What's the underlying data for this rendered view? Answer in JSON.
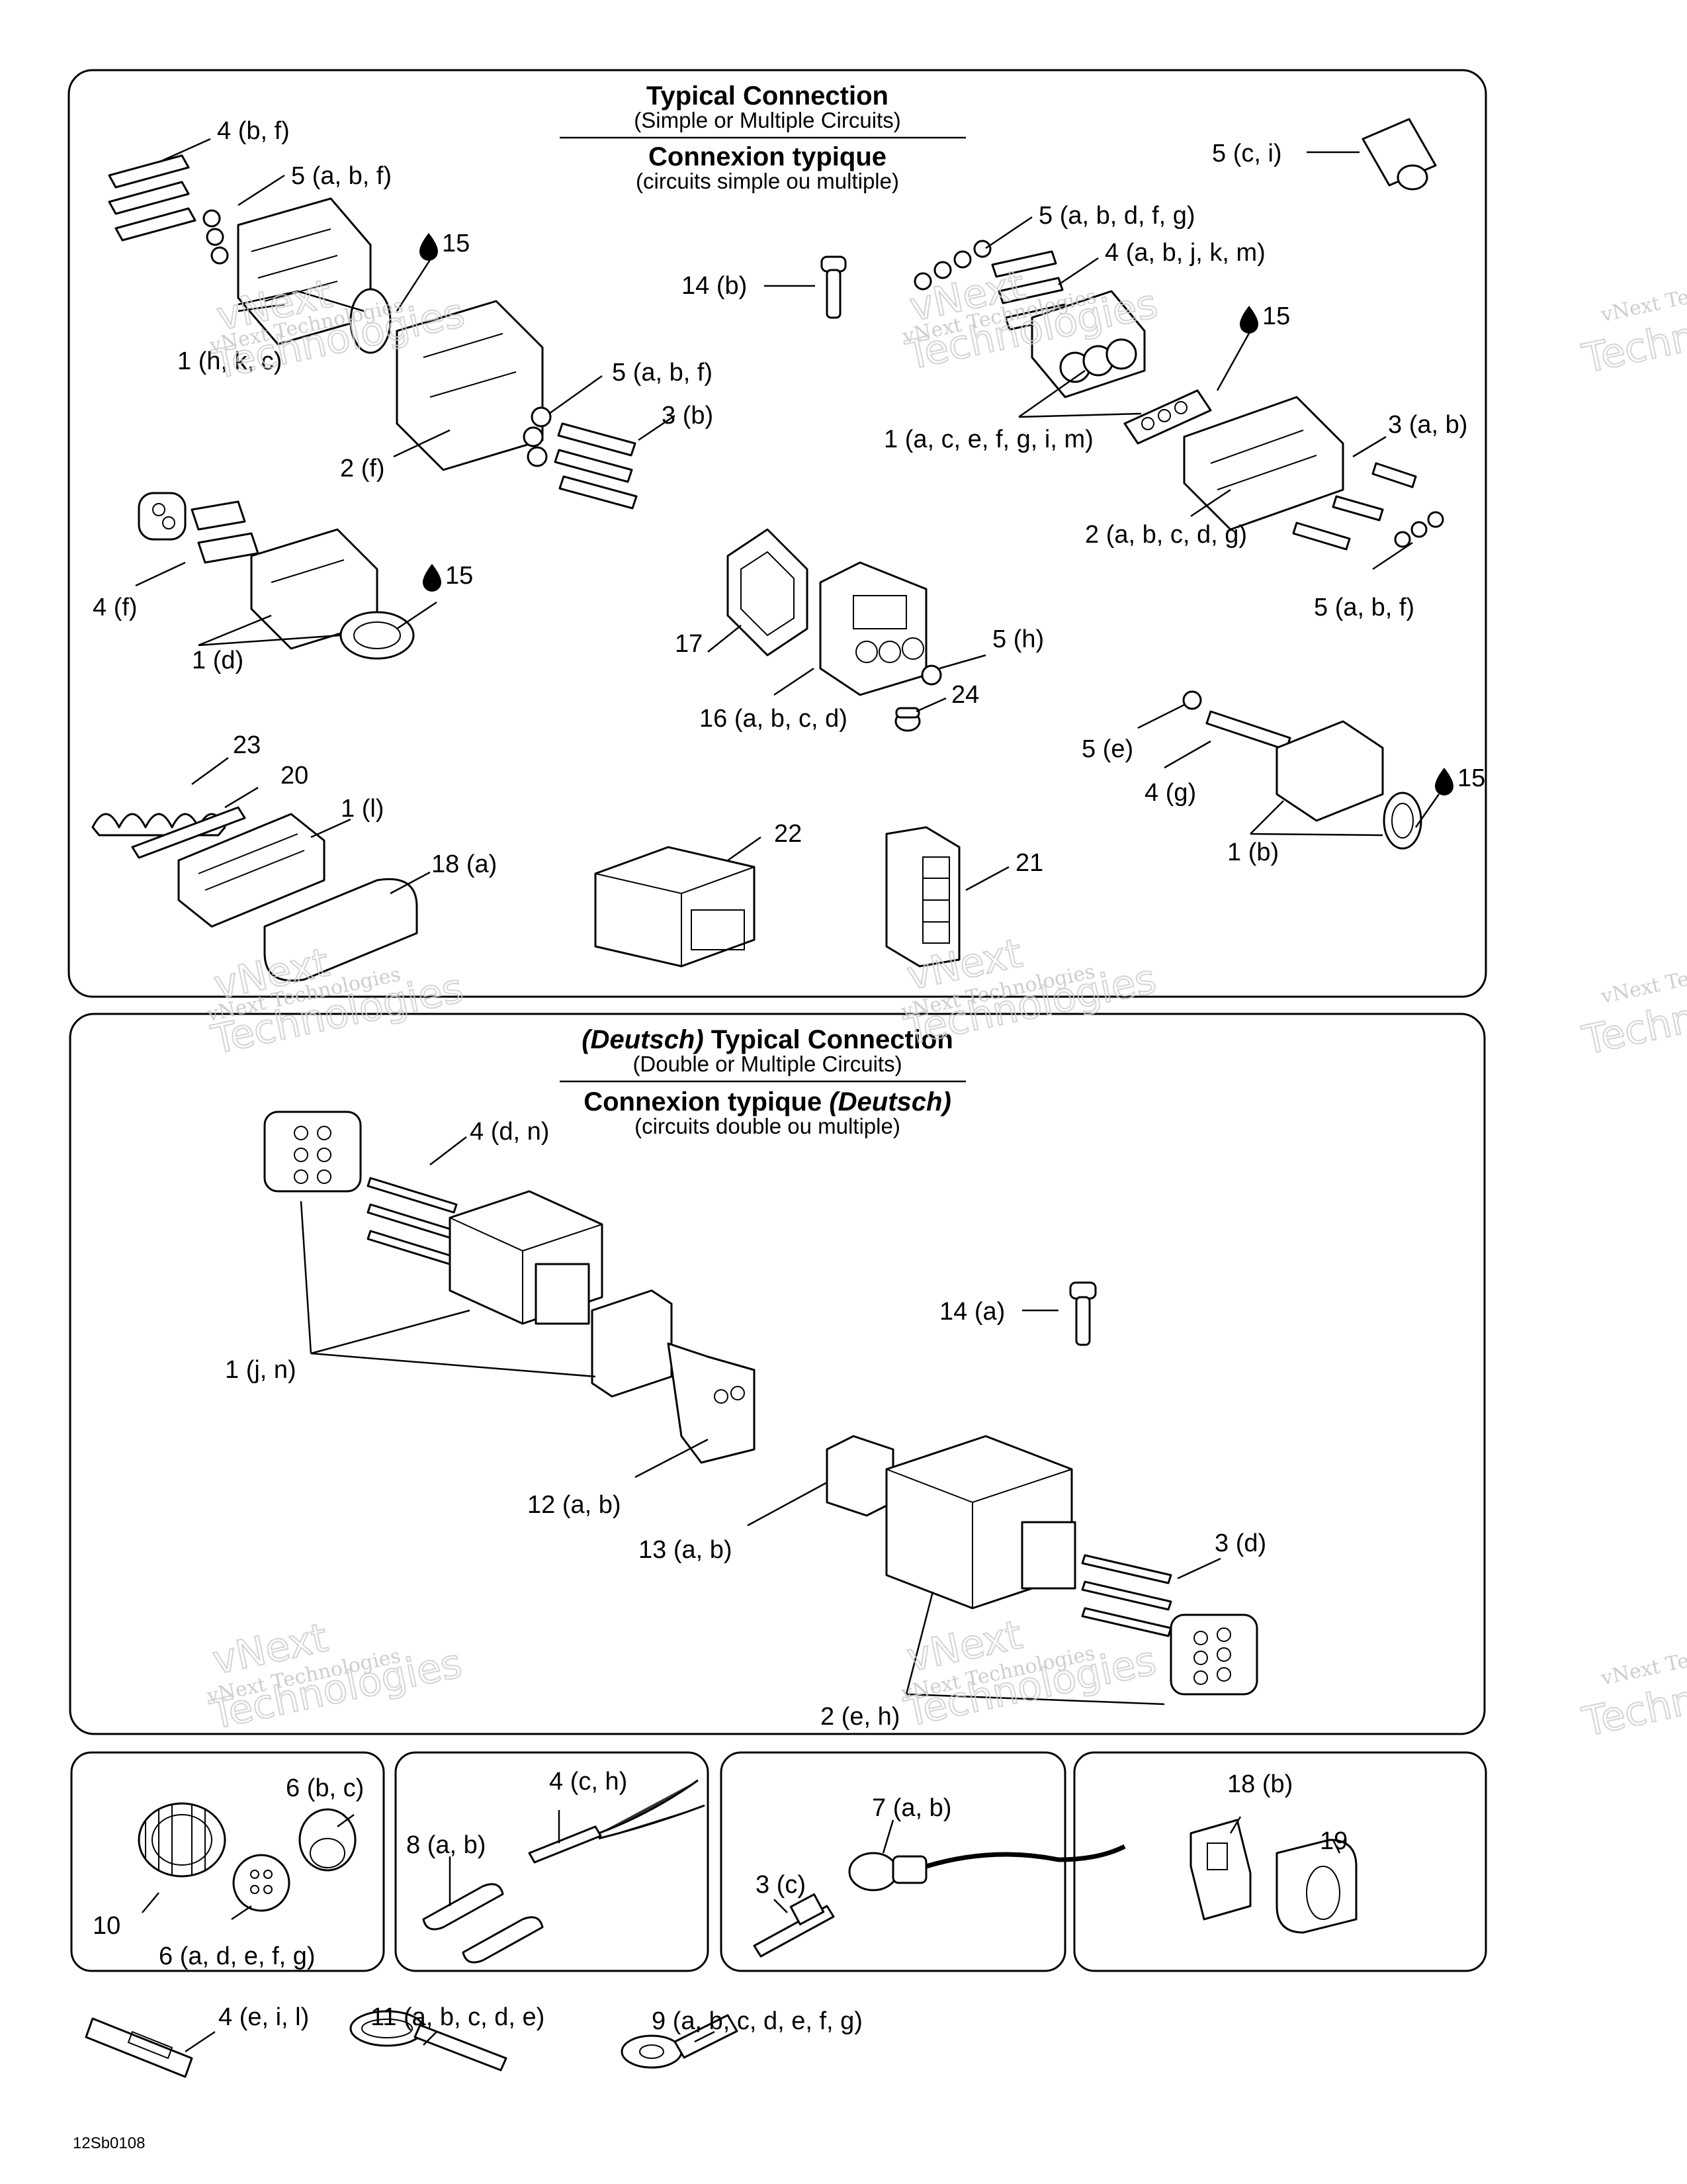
{
  "sections": {
    "typical": {
      "title_en": "Typical Connection",
      "subtitle_en": "(Simple or Multiple Circuits)",
      "title_fr": "Connexion typique",
      "subtitle_fr": "(circuits simple ou multiple)"
    },
    "deutsch": {
      "title_en_brand": "(Deutsch)",
      "title_en_rest": " Typical Connection",
      "subtitle_en": "(Double or Multiple Circuits)",
      "title_fr_rest": "Connexion typique ",
      "title_fr_brand": "(Deutsch)",
      "subtitle_fr": "(circuits double ou multiple)"
    }
  },
  "callouts": {
    "c4bf": "4 (b, f)",
    "c5abf_top": "5 (a, b, f)",
    "c15_a": "15",
    "c1hkc": "1 (h, k, c)",
    "c5abf_mid": "5 (a, b, f)",
    "c3b": "3 (b)",
    "c2f": "2 (f)",
    "c5ci": "5 (c, i)",
    "c14b": "14 (b)",
    "c5abdfg": "5 (a, b, d, f, g)",
    "c4abjkm": "4 (a, b, j, k, m)",
    "c15_b": "15",
    "c1acefgim": "1 (a, c, e, f, g, i, m)",
    "c3ab": "3 (a, b)",
    "c2abcdg": "2 (a, b, c, d, g)",
    "c5abf_right": "5 (a, b, f)",
    "c4f": "4 (f)",
    "c15_c": "15",
    "c1d": "1 (d)",
    "c17": "17",
    "c16abcd": "16 (a, b, c, d)",
    "c5h": "5 (h)",
    "c24": "24",
    "c5e": "5 (e)",
    "c4g": "4 (g)",
    "c15_d": "15",
    "c1b": "1 (b)",
    "c23": "23",
    "c20": "20",
    "c1l": "1 (l)",
    "c18a": "18 (a)",
    "c22": "22",
    "c21": "21",
    "c4dn": "4 (d, n)",
    "c1jn": "1 (j, n)",
    "c14a": "14 (a)",
    "c12ab": "12 (a, b)",
    "c13ab": "13 (a, b)",
    "c3d": "3 (d)",
    "c2eh": "2 (e, h)",
    "c6bc": "6 (b, c)",
    "c10": "10",
    "c6adefg": "6 (a, d, e, f, g)",
    "c4ch": "4 (c, h)",
    "c8ab": "8 (a, b)",
    "c7ab": "7 (a, b)",
    "c3c": "3 (c)",
    "c18b": "18 (b)",
    "c19": "19",
    "c4eil": "4 (e, i, l)",
    "c11abcde": "11 (a, b, c, d, e)",
    "c9abcdefg": "9 (a, b, c, d, e, f, g)"
  },
  "watermark": {
    "line1": "vNext Technologies",
    "line2": "vNext\nTechnologies",
    "big1": "vNext",
    "big2": "Technologies"
  },
  "figure_id": "12Sb0108"
}
